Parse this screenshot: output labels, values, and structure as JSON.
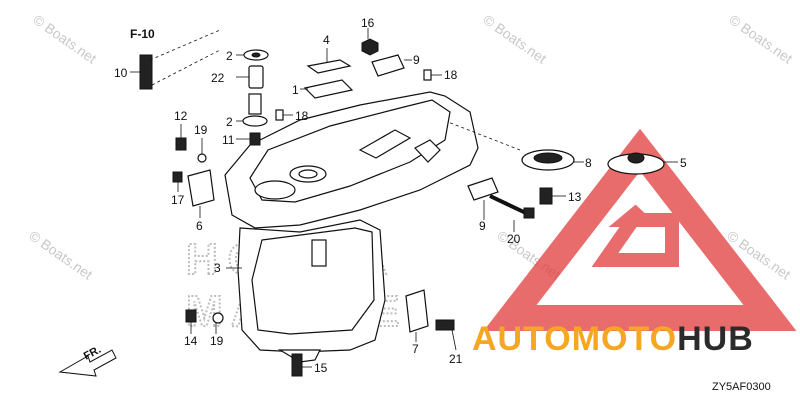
{
  "diagram": {
    "ref_label": "F-10",
    "callouts": [
      "1",
      "2",
      "2",
      "3",
      "4",
      "5",
      "6",
      "7",
      "8",
      "9",
      "9",
      "10",
      "11",
      "12",
      "13",
      "14",
      "15",
      "16",
      "17",
      "18",
      "18",
      "19",
      "19",
      "20",
      "21",
      "22"
    ],
    "diagram_code": "ZY5AF0300"
  },
  "watermarks": {
    "boats": "© Boats.net",
    "brand_part1": "AUTO",
    "brand_part2": "MOTO",
    "brand_part3": "HUB",
    "honda_line1": "HONDA",
    "honda_line2": "MARINE"
  },
  "colors": {
    "brand_orange": "#f5a623",
    "brand_dark": "#2b2b2b",
    "triangle_red": "#e23b3b"
  }
}
